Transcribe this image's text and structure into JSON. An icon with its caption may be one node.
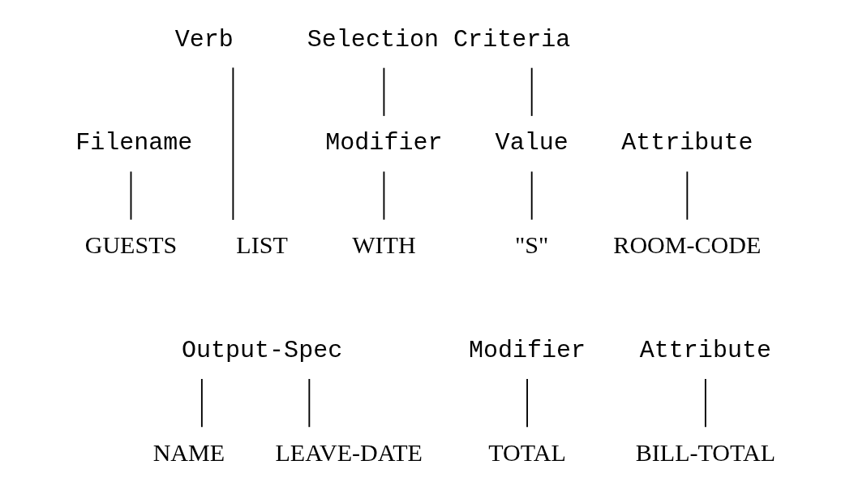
{
  "diagram": {
    "nodes": [
      {
        "text": [
          "Verb"
        ]
      },
      {
        "text": [
          "Selection Criteria"
        ]
      },
      {
        "text": [
          "Filename"
        ]
      },
      {
        "text": [
          "Modifier"
        ]
      },
      {
        "text": [
          "Attribute"
        ]
      },
      {
        "text": [
          "Value"
        ]
      },
      {
        "text": [
          "LIST"
        ]
      },
      {
        "text": [
          "GUESTS"
        ]
      },
      {
        "text": [
          "WITH"
        ]
      },
      {
        "text": [
          "ROOM-CODE"
        ]
      },
      {
        "text": [
          "\"S\""
        ]
      },
      {
        "text": [
          "Output-Spec"
        ]
      },
      {
        "text": [
          "Modifier"
        ]
      },
      {
        "text": [
          "Attribute"
        ]
      },
      {
        "text": [
          "NAME"
        ]
      },
      {
        "text": [
          "LEAVE-DATE"
        ]
      },
      {
        "text": [
          "TOTAL"
        ]
      },
      {
        "text": [
          "BILL-TOTAL"
        ]
      }
    ],
    "edges": [
      {
        "from": 0,
        "to": 6,
        "arrow": "none"
      },
      {
        "from": 1,
        "to": 3,
        "arrow": "none"
      },
      {
        "from": 1,
        "to": 5,
        "arrow": "none"
      },
      {
        "from": 2,
        "to": 7,
        "arrow": "none"
      },
      {
        "from": 3,
        "to": 8,
        "arrow": "none"
      },
      {
        "from": 4,
        "to": 9,
        "arrow": "none"
      },
      {
        "from": 5,
        "to": 10,
        "arrow": "none"
      },
      {
        "from": 11,
        "to": 14,
        "arrow": "none"
      },
      {
        "from": 11,
        "to": 15,
        "arrow": "none"
      },
      {
        "from": 12,
        "to": 16,
        "arrow": "none"
      },
      {
        "from": 13,
        "to": 17,
        "arrow": "none"
      }
    ]
  }
}
